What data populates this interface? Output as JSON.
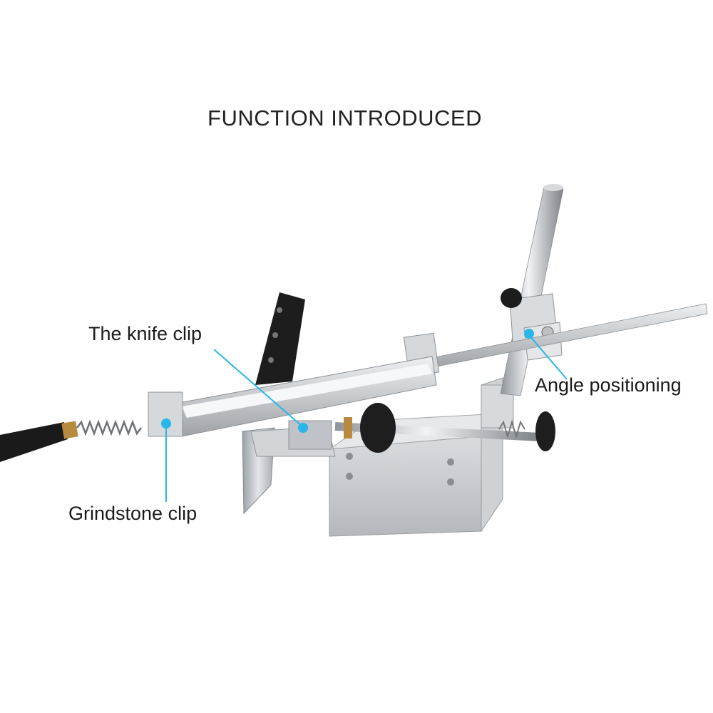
{
  "title": "FUNCTION INTRODUCED",
  "labels": {
    "knife_clip": "The knife clip",
    "angle_positioning": "Angle positioning",
    "grindstone_clip": "Grindstone clip"
  },
  "colors": {
    "callout": "#29b6e8",
    "metal": "#c9ccd0",
    "handle": "#1c1c1c"
  }
}
